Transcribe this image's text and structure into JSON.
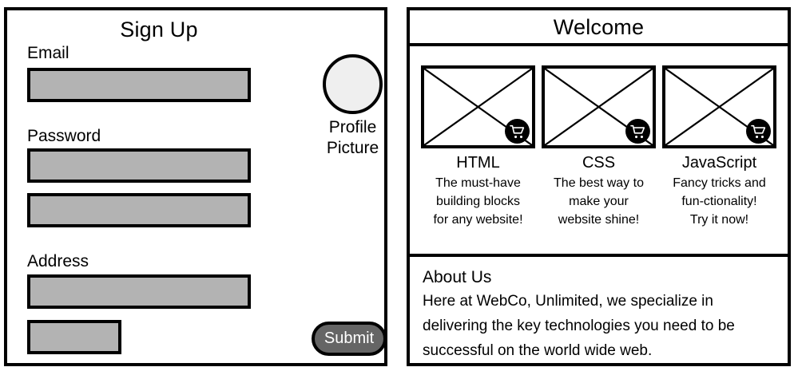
{
  "signup": {
    "title": "Sign Up",
    "fields": [
      {
        "label": "Email",
        "value": "",
        "name": "email"
      },
      {
        "label": "Password",
        "value": "",
        "name": "password"
      },
      {
        "label": "",
        "value": "",
        "name": "password-confirm"
      },
      {
        "label": "Address",
        "value": "",
        "name": "address-line-1"
      },
      {
        "label": "",
        "value": "",
        "name": "address-line-2"
      }
    ],
    "profile": {
      "caption_line1": "Profile",
      "caption_line2": "Picture",
      "icon": "profile-avatar-circle"
    },
    "submit_label": "Submit"
  },
  "welcome": {
    "title": "Welcome",
    "cards": [
      {
        "title": "HTML",
        "desc_lines": [
          "The must-have",
          "building blocks",
          "for any website!"
        ],
        "image_icon": "image-placeholder-cross",
        "badge_icon": "shopping-cart-icon"
      },
      {
        "title": "CSS",
        "desc_lines": [
          "The best way to",
          "make your",
          "website shine!"
        ],
        "image_icon": "image-placeholder-cross",
        "badge_icon": "shopping-cart-icon"
      },
      {
        "title": "JavaScript",
        "desc_lines": [
          "Fancy tricks and",
          "fun-ctionality!",
          "Try it now!"
        ],
        "image_icon": "image-placeholder-cross",
        "badge_icon": "shopping-cart-icon"
      }
    ],
    "about": {
      "title": "About Us",
      "body": "Here at WebCo, Unlimited, we specialize in delivering the key technologies you need to be successful on the world wide web."
    }
  },
  "colors": {
    "stroke": "#000000",
    "input_fill": "#b3b3b3",
    "avatar_fill": "#efefef",
    "button_fill": "#656565",
    "button_text": "#ffffff",
    "page_bg": "#ffffff"
  }
}
